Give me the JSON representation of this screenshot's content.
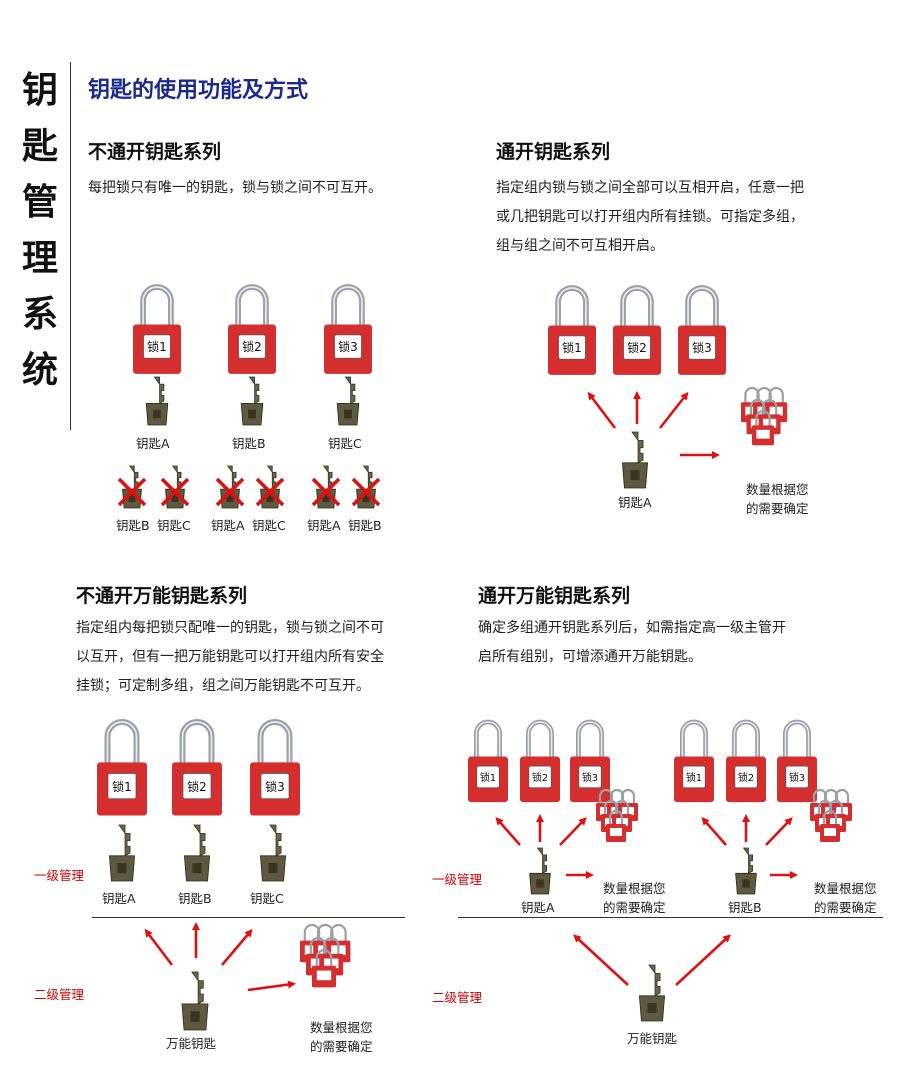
{
  "side_title": [
    "钥",
    "匙",
    "管",
    "理",
    "系",
    "统"
  ],
  "header": "钥匙的使用功能及方式",
  "s1": {
    "title": "不通开钥匙系列",
    "desc": "每把锁只有唯一的钥匙，锁与锁之间不可互开。",
    "locks": [
      "锁1",
      "锁2",
      "锁3"
    ],
    "keys": [
      "钥匙A",
      "钥匙B",
      "钥匙C"
    ],
    "crossed": [
      "钥匙B",
      "钥匙C",
      "钥匙A",
      "钥匙C",
      "钥匙A",
      "钥匙B"
    ]
  },
  "s2": {
    "title": "通开钥匙系列",
    "desc": [
      "指定组内锁与锁之间全部可以互相开启，任意一把",
      "或几把钥匙可以打开组内所有挂锁。可指定多组，",
      "组与组之间不可互相开启。"
    ],
    "locks": [
      "锁1",
      "锁2",
      "锁3"
    ],
    "key": "钥匙A",
    "qty": [
      "数量根据您",
      "的需要确定"
    ]
  },
  "s3": {
    "title": "不通开万能钥匙系列",
    "desc": [
      "指定组内每把锁只配唯一的钥匙，锁与锁之间不可",
      "以互开，但有一把万能钥匙可以打开组内所有安全",
      "挂锁；可定制多组，组之间万能钥匙不可互开。"
    ],
    "locks": [
      "锁1",
      "锁2",
      "锁3"
    ],
    "keys": [
      "钥匙A",
      "钥匙B",
      "钥匙C"
    ],
    "level1": "一级管理",
    "level2": "二级管理",
    "master": "万能钥匙",
    "qty": [
      "数量根据您",
      "的需要确定"
    ]
  },
  "s4": {
    "title": "通开万能钥匙系列",
    "desc": [
      "确定多组通开钥匙系列后，如需指定高一级主管开",
      "启所有组别，可增添通开万能钥匙。"
    ],
    "locks": [
      "锁1",
      "锁2",
      "锁3"
    ],
    "key_a": "钥匙A",
    "key_b": "钥匙B",
    "level1": "一级管理",
    "level2": "二级管理",
    "master": "万能钥匙",
    "qty": [
      "数量根据您",
      "的需要确定"
    ]
  },
  "colors": {
    "lock_red": "#d42e2e",
    "arrow_red": "#e01010",
    "title_blue": "#1a2a8c",
    "level_red": "#d40000"
  }
}
